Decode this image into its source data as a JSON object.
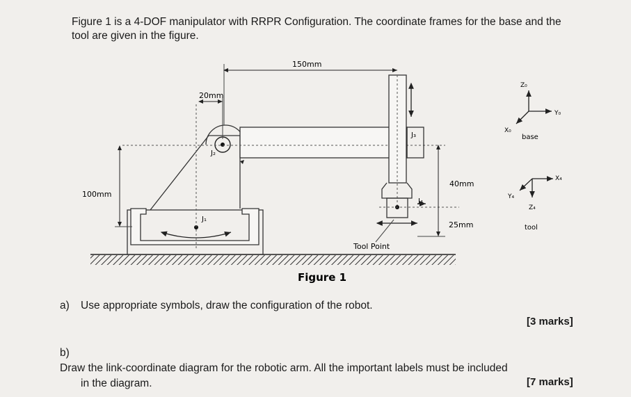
{
  "intro": {
    "line1": "Figure 1 is a 4-DOF manipulator with RRPR Configuration. The coordinate frames for the base and the",
    "line2": "tool are given in the figure."
  },
  "figure": {
    "caption": "Figure 1",
    "dim_150": "150mm",
    "dim_20": "20mm",
    "dim_100": "100mm",
    "dim_40": "40mm",
    "dim_25": "25mm",
    "tool_point": "Tool Point",
    "j1": "J₁",
    "j2": "J₂",
    "j3": "J₃",
    "j4": "J₄",
    "base_frame": {
      "z": "Z₀",
      "y": "Y₀",
      "x": "X₀",
      "label": "base"
    },
    "tool_frame": {
      "x": "X₄",
      "y": "Y₄",
      "z": "Z₄",
      "label": "tool"
    }
  },
  "questions": {
    "a_num": "a)",
    "a_text": "Use appropriate symbols, draw the configuration of the robot.",
    "a_marks": "[3 marks]",
    "b_num": "b)",
    "b_text1": "Draw the link-coordinate diagram for the robotic arm. All the important labels must be included",
    "b_text2": "in the diagram.",
    "b_marks": "[7 marks]"
  }
}
